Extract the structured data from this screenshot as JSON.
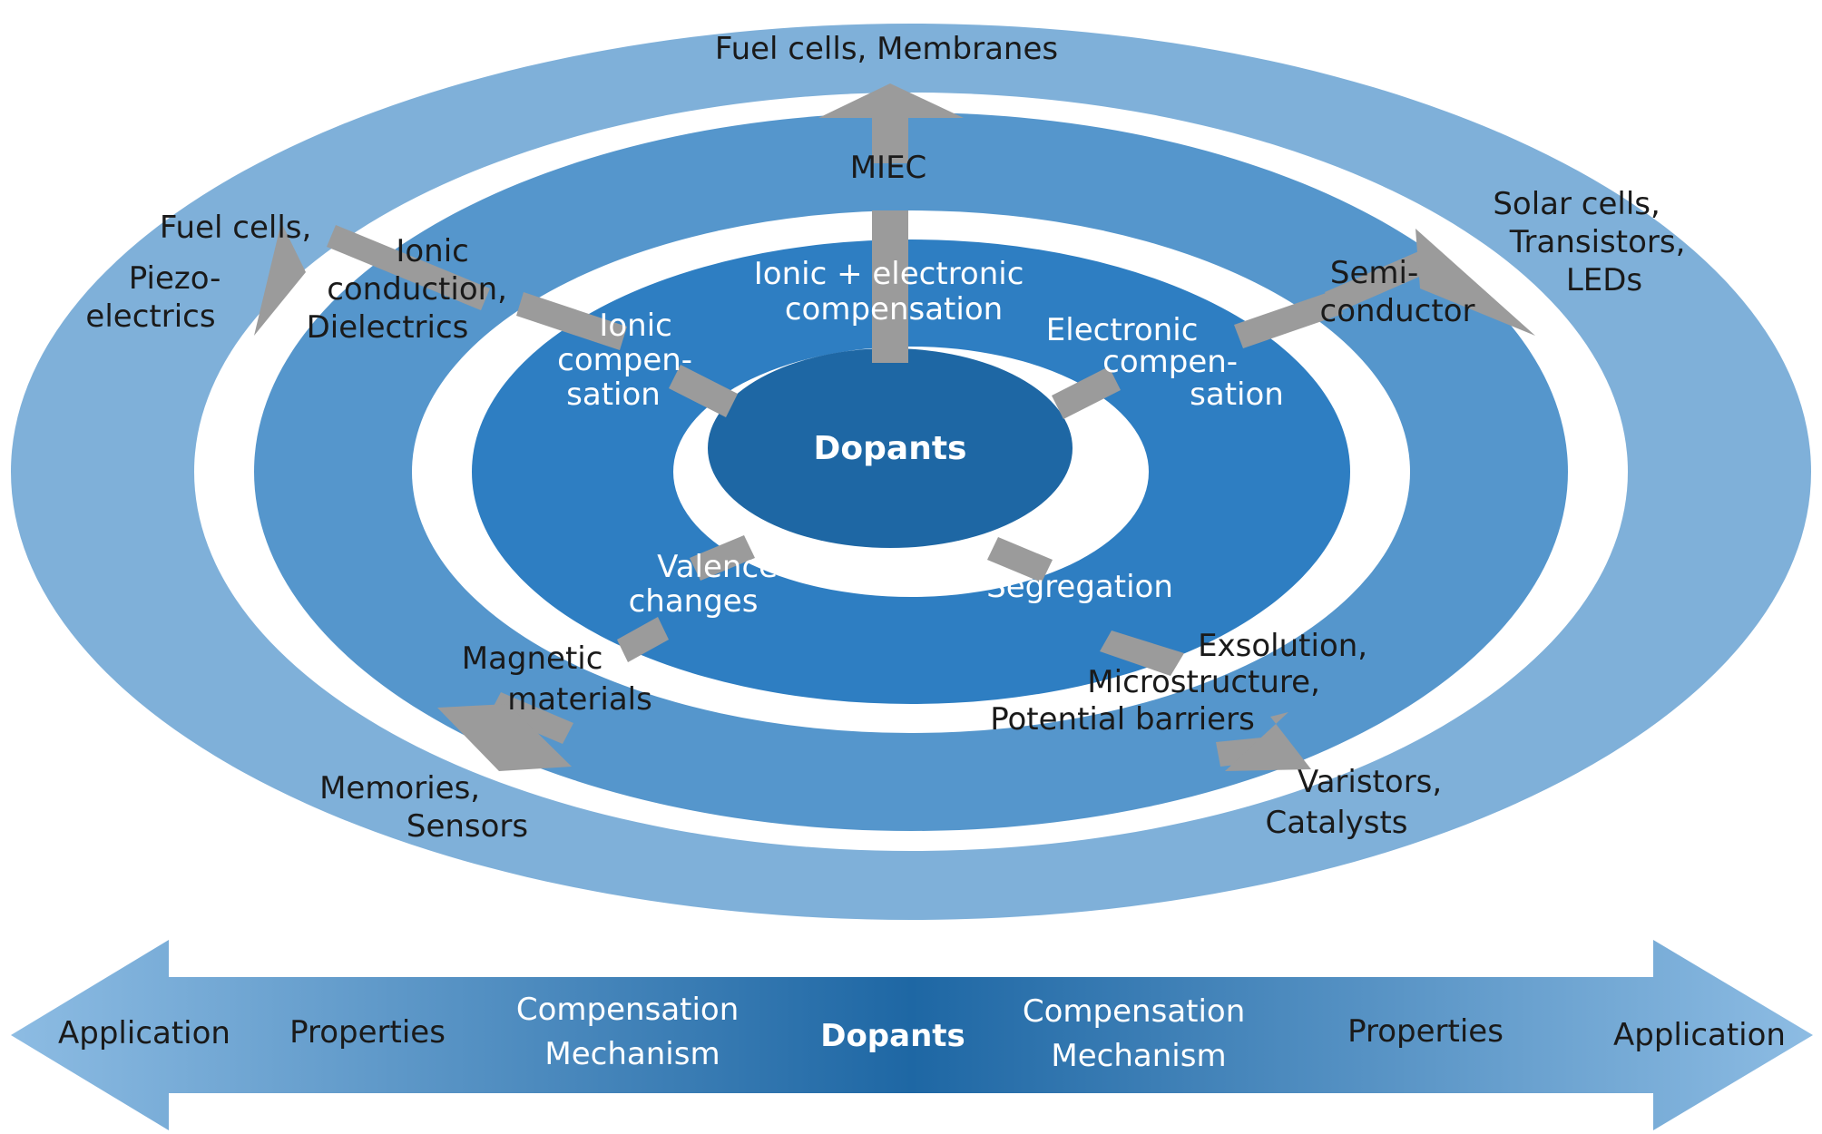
{
  "center": {
    "label": "Dopants"
  },
  "mechanisms": {
    "top": [
      "Ionic + electronic",
      "compensation"
    ],
    "upper_left": [
      "Ionic",
      "compen-",
      "sation"
    ],
    "upper_right": [
      "Electronic",
      "compen-",
      "sation"
    ],
    "lower_left": [
      "Valence",
      "changes"
    ],
    "lower_right": [
      "Segregation"
    ]
  },
  "properties": {
    "top": [
      "MIEC"
    ],
    "upper_left": [
      "Ionic",
      "conduction,",
      "Dielectrics"
    ],
    "upper_right": [
      "Semi-",
      "conductor"
    ],
    "lower_left": [
      "Magnetic",
      "materials"
    ],
    "lower_right": [
      "Exsolution,",
      "Microstructure,",
      "Potential barriers"
    ]
  },
  "applications": {
    "top": [
      "Fuel cells, Membranes"
    ],
    "upper_left": [
      "Fuel cells,",
      "Piezo-",
      "electrics"
    ],
    "upper_right": [
      "Solar cells,",
      "Transistors,",
      "LEDs"
    ],
    "lower_left": [
      "Memories,",
      "Sensors"
    ],
    "lower_right": [
      "Varistors,",
      "Catalysts"
    ]
  },
  "scale_bar": {
    "labels": [
      "Application",
      "Properties",
      [
        "Compensation",
        "Mechanism"
      ],
      "Dopants",
      [
        "Compensation",
        "Mechanism"
      ],
      "Properties",
      "Application"
    ]
  },
  "colors": {
    "application_ring": "#7fb0d9",
    "property_ring": "#5596cc",
    "mechanism_ring": "#2e7ec2",
    "center": "#1e67a4",
    "arrow": "#9b9b9b"
  }
}
